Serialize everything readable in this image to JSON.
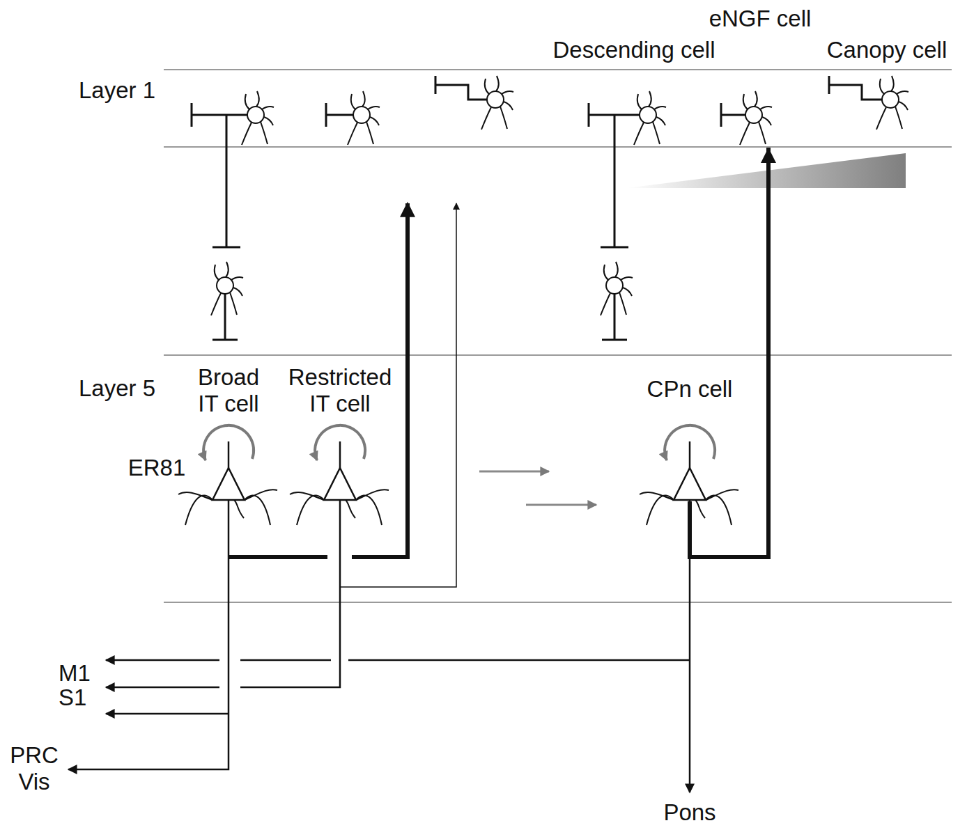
{
  "diagram": {
    "nodes": [
      {
        "text": [
          "Descending cell"
        ]
      },
      {
        "text": [
          "eNGF cell"
        ]
      },
      {
        "text": [
          "Canopy cell"
        ]
      },
      {
        "text": [
          "Broad IT cell"
        ]
      },
      {
        "text": [
          "Restricted IT cell"
        ]
      },
      {
        "text": [
          "CPn cell"
        ]
      }
    ],
    "edges": [
      {
        "from": 5,
        "to": 1,
        "arrow": "to"
      }
    ],
    "labels": [
      "Layer 1",
      "Layer 5",
      "ER81",
      "M1",
      "S1",
      "PRC Vis",
      "Pons"
    ]
  }
}
